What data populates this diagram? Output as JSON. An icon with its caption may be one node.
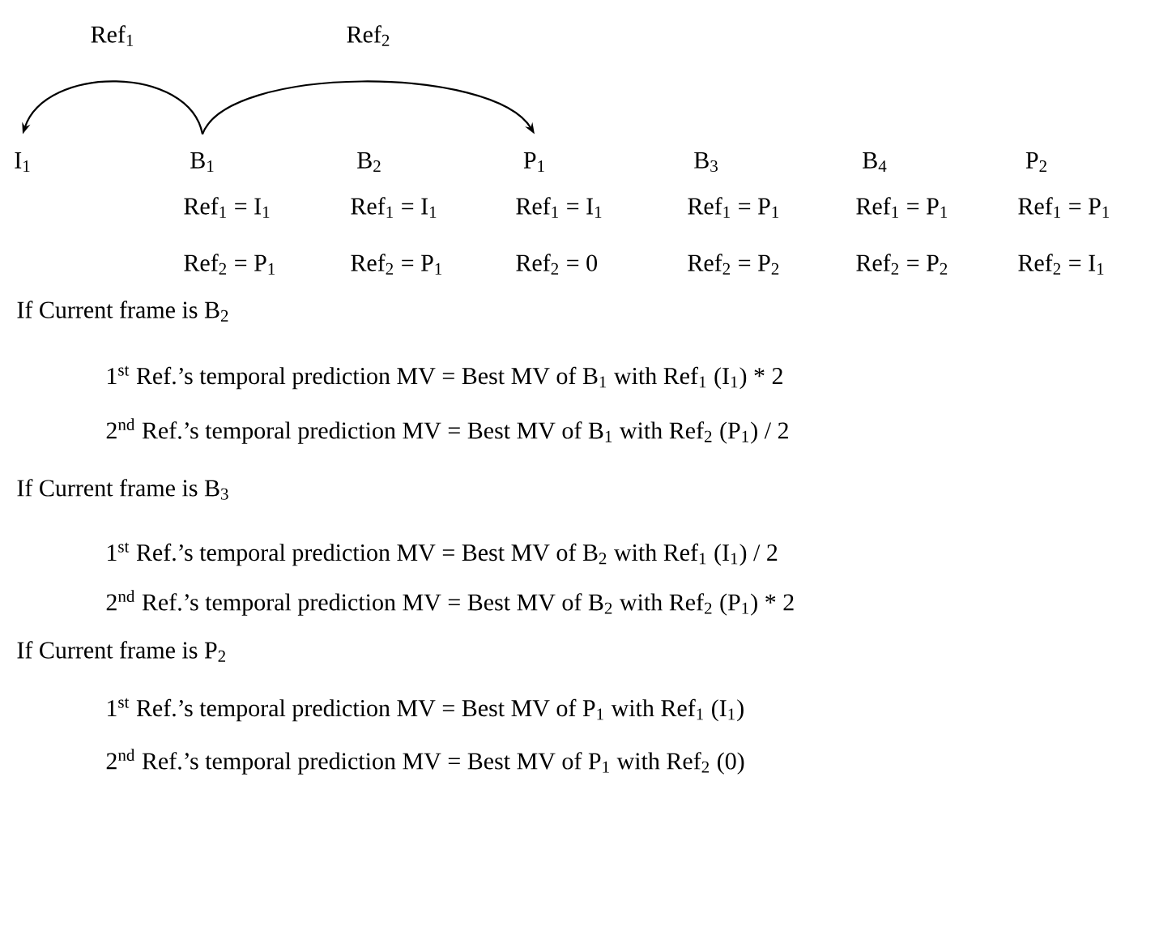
{
  "diagram": {
    "nodes": [
      {
        "text": [
          "I$_{1}$"
        ]
      },
      {
        "text": [
          "B$_{1}$"
        ],
        "beside": [
          "Ref$_{1}$ = I$_{1}$",
          "Ref$_{2}$ = P$_{1}$"
        ]
      },
      {
        "text": [
          "B$_{2}$"
        ],
        "beside": [
          "Ref$_{1}$ = I$_{1}$",
          "Ref$_{2}$ = P$_{1}$"
        ]
      },
      {
        "text": [
          "P$_{1}$"
        ],
        "beside": [
          "Ref$_{1}$ = I$_{1}$",
          "Ref$_{2}$ = 0"
        ]
      },
      {
        "text": [
          "B$_{3}$"
        ],
        "beside": [
          "Ref$_{1}$ = P$_{1}$",
          "Ref$_{2}$ = P$_{2}$"
        ]
      },
      {
        "text": [
          "B$_{4}$"
        ],
        "beside": [
          "Ref$_{1}$ = P$_{1}$",
          "Ref$_{2}$ = P$_{2}$"
        ]
      },
      {
        "text": [
          "P$_{2}$"
        ],
        "beside": [
          "Ref$_{1}$ = P$_{1}$",
          "Ref$_{2}$ = I$_{1}$"
        ]
      }
    ],
    "edges": [
      {
        "from": 1,
        "to": 0,
        "arrow": "to",
        "label": "Ref$_{1}$"
      },
      {
        "from": 1,
        "to": 3,
        "arrow": "to",
        "label": "Ref$_{2}$"
      }
    ],
    "labels": [
      "If Current frame is B$_{2}$",
      "1$^{st}$ Ref.’s temporal prediction MV = Best MV of B$_{1}$ with Ref$_{1}$ (I$_{1}$) * 2",
      "2$^{nd}$ Ref.’s temporal prediction MV = Best MV of B$_{1}$ with Ref$_{2}$ (P$_{1}$) / 2",
      "If Current frame is B$_{3}$",
      "1$^{st}$ Ref.’s temporal prediction MV = Best MV of B$_{2}$ with Ref$_{1}$ (I$_{1}$) / 2",
      "2$^{nd}$ Ref.’s temporal prediction MV = Best MV of B$_{2}$ with Ref$_{2}$ (P$_{1}$) * 2",
      "If Current frame is P$_{2}$",
      "1$^{st}$ Ref.’s temporal prediction MV = Best MV of P$_{1}$ with Ref$_{1}$ (I$_{1}$)",
      "2$^{nd}$ Ref.’s temporal prediction MV = Best MV of P$_{1}$ with Ref$_{2}$ (0)"
    ]
  }
}
